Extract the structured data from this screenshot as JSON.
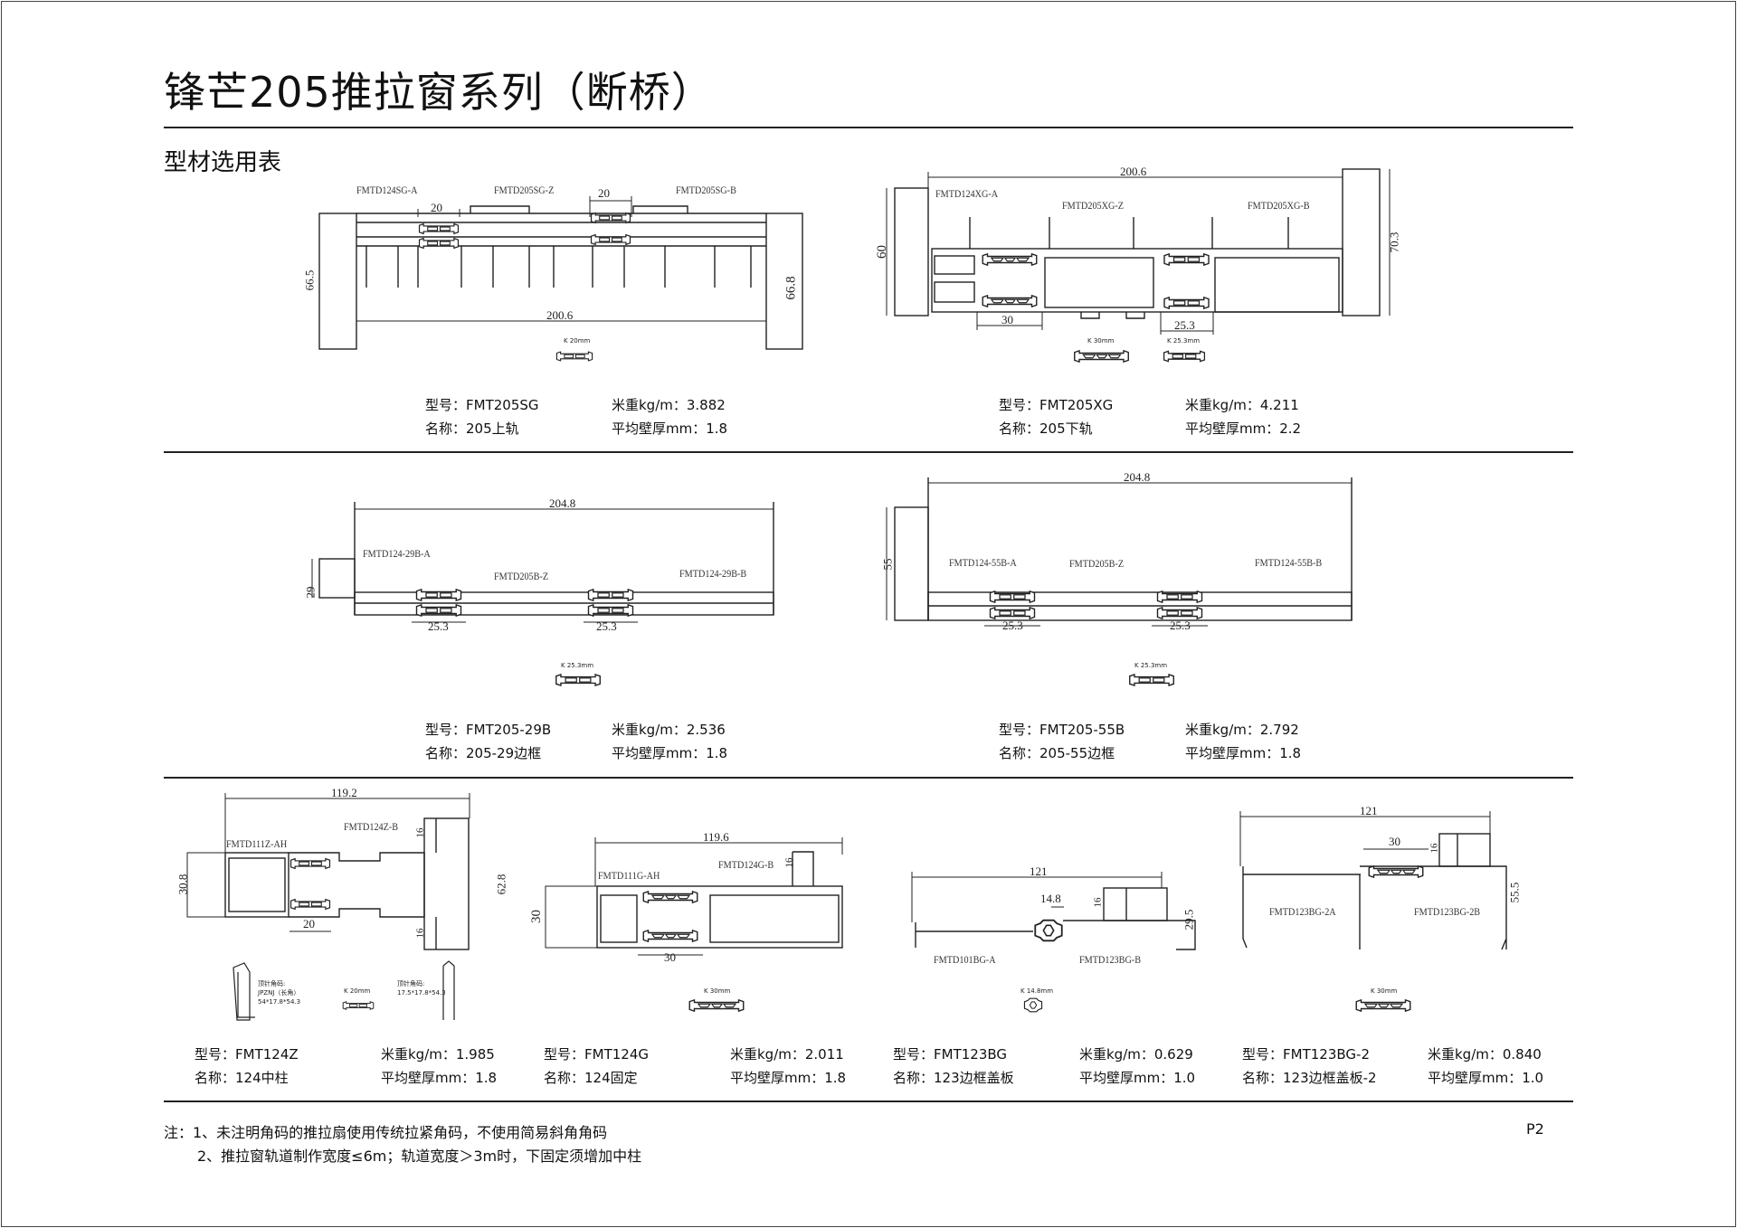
{
  "header": {
    "title": "锋芒205推拉窗系列（断桥）",
    "subtitle": "型材选用表"
  },
  "labels": {
    "model": "型号：",
    "name": "名称：",
    "weight": "米重kg/m：",
    "wall": "平均壁厚mm："
  },
  "products": [
    {
      "model": "FMT205SG",
      "name": "205上轨",
      "weight": "3.882",
      "wall": "1.8"
    },
    {
      "model": "FMT205XG",
      "name": "205下轨",
      "weight": "4.211",
      "wall": "2.2"
    },
    {
      "model": "FMT205-29B",
      "name": "205-29边框",
      "weight": "2.536",
      "wall": "1.8"
    },
    {
      "model": "FMT205-55B",
      "name": "205-55边框",
      "weight": "2.792",
      "wall": "1.8"
    },
    {
      "model": "FMT124Z",
      "name": "124中柱",
      "weight": "1.985",
      "wall": "1.8"
    },
    {
      "model": "FMT124G",
      "name": "124固定",
      "weight": "2.011",
      "wall": "1.8"
    },
    {
      "model": "FMT123BG",
      "name": "123边框盖板",
      "weight": "0.629",
      "wall": "1.0"
    },
    {
      "model": "FMT123BG-2",
      "name": "123边框盖板-2",
      "weight": "0.840",
      "wall": "1.0"
    }
  ],
  "drawings": [
    {
      "parts": [
        "FMTD124SG-A",
        "FMTD205SG-Z",
        "FMTD205SG-B"
      ],
      "dims": [
        "20",
        "20",
        "66.5",
        "66.8",
        "200.6"
      ],
      "strips": [
        "K 20mm"
      ]
    },
    {
      "parts": [
        "FMTD124XG-A",
        "FMTD205XG-Z",
        "FMTD205XG-B"
      ],
      "dims": [
        "200.6",
        "60",
        "70.3",
        "30",
        "25.3"
      ],
      "strips": [
        "K 30mm",
        "K 25.3mm"
      ]
    },
    {
      "parts": [
        "FMTD124-29B-A",
        "FMTD205B-Z",
        "FMTD124-29B-B"
      ],
      "dims": [
        "204.8",
        "29",
        "25.3",
        "25.3"
      ],
      "strips": [
        "K 25.3mm"
      ]
    },
    {
      "parts": [
        "FMTD124-55B-A",
        "FMTD205B-Z",
        "FMTD124-55B-B"
      ],
      "dims": [
        "204.8",
        "55",
        "25.3",
        "25.3"
      ],
      "strips": [
        "K 25.3mm"
      ]
    },
    {
      "parts": [
        "FMTD111Z-AH",
        "FMTD124Z-B"
      ],
      "dims": [
        "119.2",
        "30.8",
        "62.8",
        "20",
        "16",
        "16"
      ],
      "strips": [
        "K 20mm"
      ],
      "corner_keys": [
        [
          "顶针角码:",
          "JPZNJ（长角）",
          "54*17.8*54.3"
        ],
        [
          "顶针角码:",
          "17.5*17.8*54.3"
        ]
      ]
    },
    {
      "parts": [
        "FMTD111G-AH",
        "FMTD124G-B"
      ],
      "dims": [
        "119.6",
        "30",
        "30",
        "16"
      ],
      "strips": [
        "K 30mm"
      ]
    },
    {
      "parts": [
        "FMTD101BG-A",
        "FMTD123BG-B"
      ],
      "dims": [
        "121",
        "14.8",
        "16",
        "29.5"
      ],
      "strips": [
        "K 14.8mm"
      ]
    },
    {
      "parts": [
        "FMTD123BG-2A",
        "FMTD123BG-2B"
      ],
      "dims": [
        "121",
        "30",
        "16",
        "55.5"
      ],
      "strips": [
        "K 30mm"
      ]
    }
  ],
  "notes": [
    "注：1、未注明角码的推拉扇使用传统拉紧角码，不使用简易斜角角码",
    "2、推拉窗轨道制作宽度≤6m；轨道宽度＞3m时，下固定须增加中柱"
  ],
  "page": "P2"
}
